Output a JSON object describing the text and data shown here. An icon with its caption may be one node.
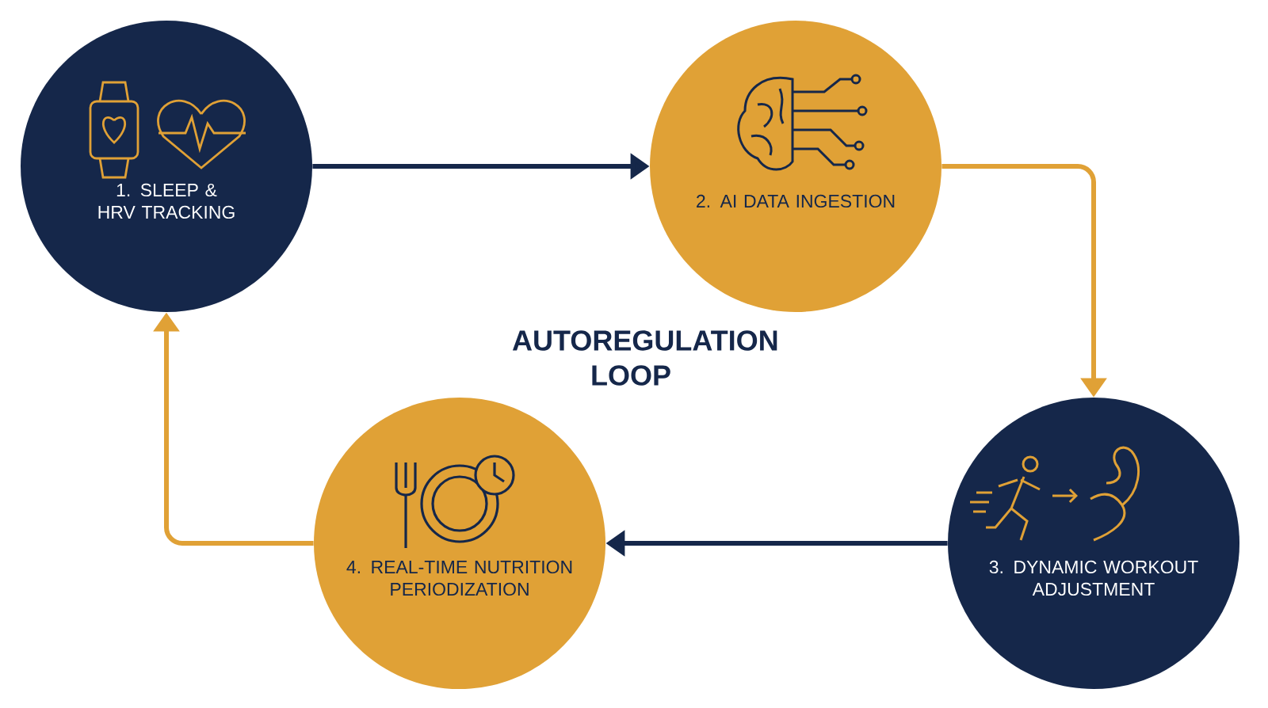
{
  "diagram": {
    "title": "AUTOREGULATION LOOP",
    "nodes": [
      {
        "text": [
          "1. SLEEP & HRV TRACKING"
        ]
      },
      {
        "text": [
          "2. AI DATA INGESTION"
        ]
      },
      {
        "text": [
          "3. DYNAMIC WORKOUT ADJUSTMENT"
        ]
      },
      {
        "text": [
          "4. REAL-TIME NUTRITION PERIODIZATION"
        ]
      }
    ],
    "edges": [
      {
        "from": 0,
        "to": 1,
        "arrow": "to",
        "color": "#15274a"
      },
      {
        "from": 1,
        "to": 2,
        "arrow": "to",
        "color": "#e0a136"
      },
      {
        "from": 2,
        "to": 3,
        "arrow": "to",
        "color": "#15274a"
      },
      {
        "from": 3,
        "to": 0,
        "arrow": "to",
        "color": "#e0a136"
      }
    ]
  }
}
